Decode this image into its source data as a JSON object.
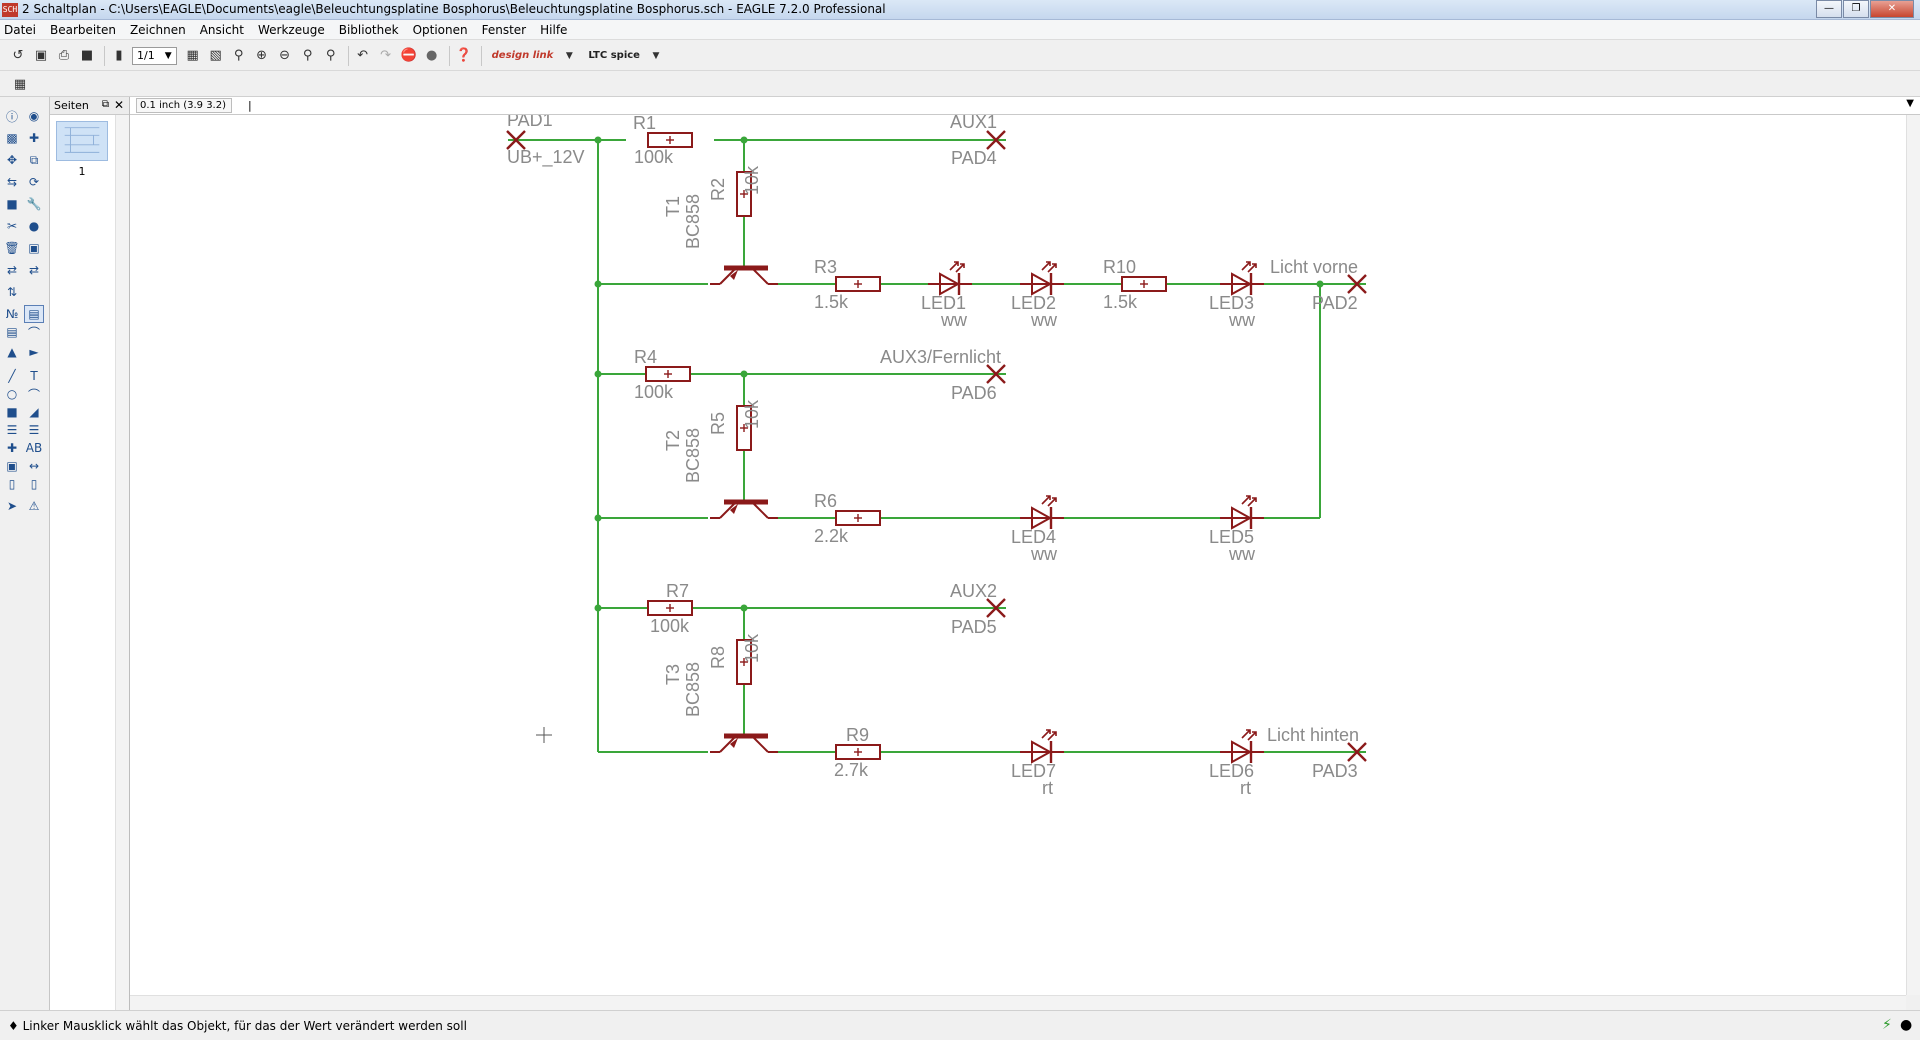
{
  "window": {
    "app_icon": "SCH",
    "title": "2 Schaltplan - C:\\Users\\EAGLE\\Documents\\eagle\\Beleuchtungsplatine Bosphorus\\Beleuchtungsplatine Bosphorus.sch - EAGLE 7.2.0 Professional"
  },
  "menu": [
    "Datei",
    "Bearbeiten",
    "Zeichnen",
    "Ansicht",
    "Werkzeuge",
    "Bibliothek",
    "Optionen",
    "Fenster",
    "Hilfe"
  ],
  "toolbar": {
    "sheet_select": "1/1",
    "designlink_label": "design link",
    "ltspice_label": "LTC spice"
  },
  "pages_panel": {
    "title": "Seiten",
    "page_number": "1"
  },
  "coordinate": "0.1 inch (3.9 3.2)",
  "command_value": "|",
  "status": {
    "message": "♦ Linker Mausklick wählt das Objekt, für das der Wert verändert werden soll"
  },
  "schematic": {
    "pads": {
      "pad1": "PAD1",
      "pad1_net": "UB+_12V",
      "aux1": "AUX1",
      "pad4": "PAD4",
      "licht_vorne": "Licht vorne",
      "pad2": "PAD2",
      "aux3": "AUX3/Fernlicht",
      "pad6": "PAD6",
      "aux2": "AUX2",
      "pad5": "PAD5",
      "licht_hinten": "Licht hinten",
      "pad3": "PAD3"
    },
    "resistors": {
      "r1": "R1",
      "r1_val": "100k",
      "r2": "R2",
      "r2_val": "10k",
      "r3": "R3",
      "r3_val": "1.5k",
      "r10": "R10",
      "r10_val": "1.5k",
      "r4": "R4",
      "r4_val": "100k",
      "r5": "R5",
      "r5_val": "10k",
      "r6": "R6",
      "r6_val": "2.2k",
      "r7": "R7",
      "r7_val": "100k",
      "r8": "R8",
      "r8_val": "10k",
      "r9": "R9",
      "r9_val": "2.7k"
    },
    "transistors": {
      "t1": "T1",
      "t1_val": "BC858",
      "t2": "T2",
      "t2_val": "BC858",
      "t3": "T3",
      "t3_val": "BC858"
    },
    "leds": {
      "led1": "LED1",
      "led1_val": "ww",
      "led2": "LED2",
      "led2_val": "ww",
      "led3": "LED3",
      "led3_val": "ww",
      "led4": "LED4",
      "led4_val": "ww",
      "led5": "LED5",
      "led5_val": "ww",
      "led6": "LED6",
      "led6_val": "rt",
      "led7": "LED7",
      "led7_val": "rt"
    },
    "colors": {
      "wire": "#3aa63a",
      "part": "#8b1a1a",
      "label": "#8a8a8a"
    }
  }
}
